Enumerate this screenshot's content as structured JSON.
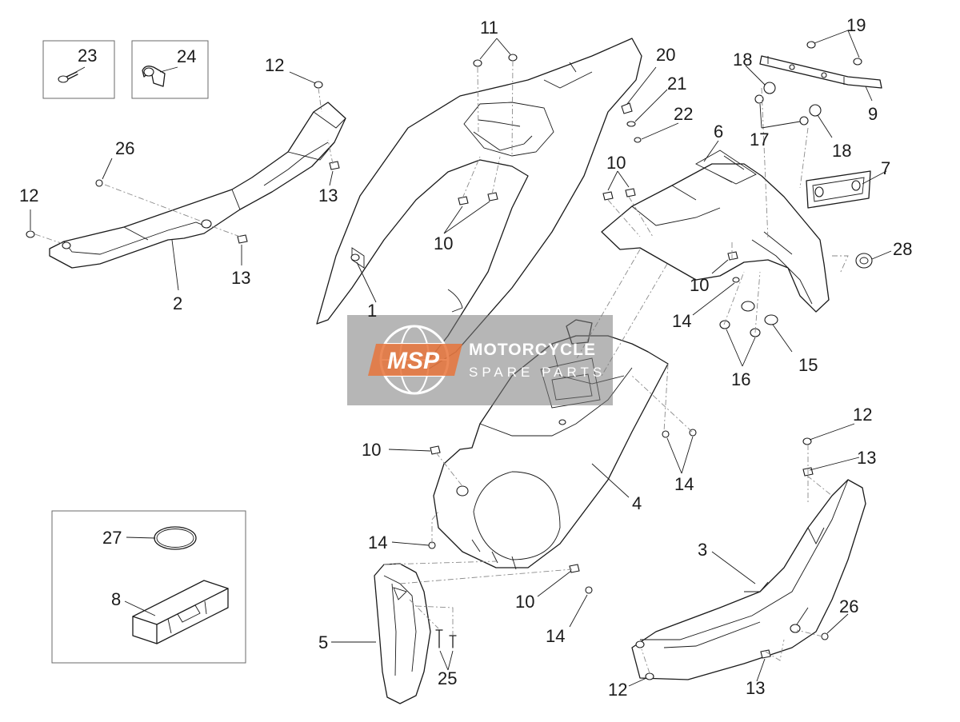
{
  "watermark": {
    "logo": "MSP",
    "line1": "MOTORCYCLE",
    "line2": "SPARE PARTS",
    "accent_color": "#e8743b",
    "panel_color": "#7a7a7a"
  },
  "callouts": {
    "p1": "1",
    "p2": "2",
    "p3": "3",
    "p4": "4",
    "p5": "5",
    "p6": "6",
    "p7": "7",
    "p8": "8",
    "p9": "9",
    "p10a": "10",
    "p10b": "10",
    "p10c": "10",
    "p10d": "10",
    "p10e": "10",
    "p11": "11",
    "p12a": "12",
    "p12b": "12",
    "p12c": "12",
    "p12d": "12",
    "p13a": "13",
    "p13b": "13",
    "p13c": "13",
    "p13d": "13",
    "p14a": "14",
    "p14b": "14",
    "p14c": "14",
    "p14d": "14",
    "p15": "15",
    "p16": "16",
    "p17": "17",
    "p18a": "18",
    "p18b": "18",
    "p19": "19",
    "p20": "20",
    "p21": "21",
    "p22": "22",
    "p23": "23",
    "p24": "24",
    "p25": "25",
    "p26a": "26",
    "p26b": "26",
    "p27": "27",
    "p28": "28"
  }
}
